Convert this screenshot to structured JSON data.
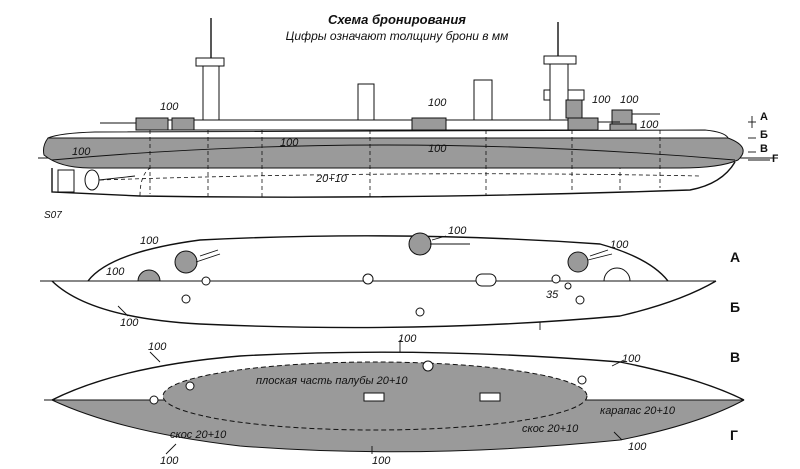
{
  "title": "Схема бронирования",
  "subtitle": "Цифры означают толщину брони в мм",
  "signature": "S07",
  "side_view": {
    "armor_labels": [
      "100",
      "100",
      "100",
      "100",
      "100",
      "100",
      "100"
    ],
    "deck_label": "20+10",
    "level_markers": [
      "А",
      "Б",
      "В",
      "Г"
    ]
  },
  "plan_upper": {
    "armor_labels": [
      "100",
      "100",
      "100",
      "100",
      "100"
    ],
    "small_label": "35",
    "section_letters": [
      "А",
      "Б"
    ]
  },
  "plan_lower": {
    "armor_labels": [
      "100",
      "100",
      "100",
      "100",
      "100",
      "100"
    ],
    "flat_deck_label": "плоская часть палубы 20+10",
    "slope_left_label": "скос 20+10",
    "slope_right_label": "скос 20+10",
    "carapace_label": "карапас 20+10",
    "section_letters": [
      "В",
      "Г"
    ]
  },
  "colors": {
    "armor_fill": "#9a9a9a",
    "line": "#111111",
    "background": "#ffffff"
  }
}
